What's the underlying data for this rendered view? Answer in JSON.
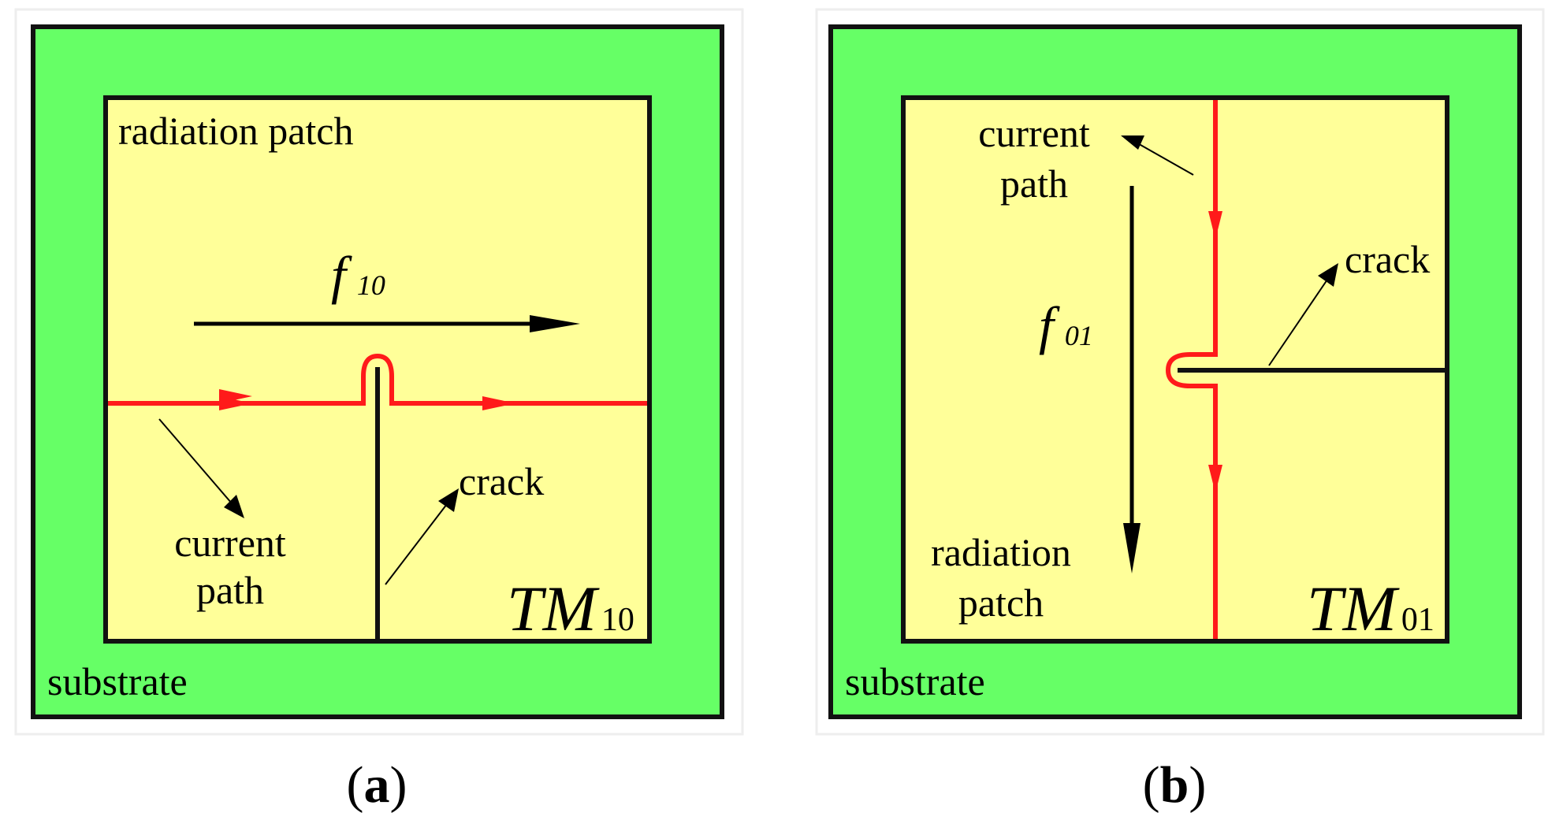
{
  "panels": [
    {
      "id": "a",
      "caption_open": "(",
      "caption_letter": "a",
      "caption_close": ")",
      "substrate_label": "substrate",
      "patch_label": "radiation patch",
      "freq_symbol": "f",
      "freq_sub": "10",
      "current_path_line1": "current",
      "current_path_line2": "path",
      "crack_label": "crack",
      "mode_symbol": "TM",
      "mode_sub": "10"
    },
    {
      "id": "b",
      "caption_open": "(",
      "caption_letter": "b",
      "caption_close": ")",
      "substrate_label": "substrate",
      "patch_line1": "radiation",
      "patch_line2": "patch",
      "freq_symbol": "f",
      "freq_sub": "01",
      "current_path_line1": "current",
      "current_path_line2": "path",
      "crack_label": "crack",
      "mode_symbol": "TM",
      "mode_sub": "01"
    }
  ],
  "colors": {
    "substrate": "#66ff66",
    "patch": "#ffff99",
    "current_path": "#ff1a1a",
    "outline": "#111111"
  }
}
